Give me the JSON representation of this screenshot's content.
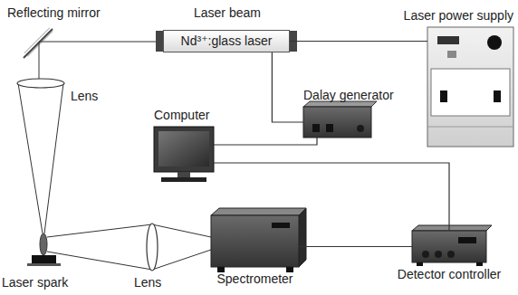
{
  "diagram": {
    "nodes": [
      {
        "text": [
          "Nd³⁺:glass laser"
        ]
      },
      {
        "text": [
          "Laser power supply"
        ]
      },
      {
        "text": [
          "Dalay generator"
        ]
      },
      {
        "text": [
          "Computer"
        ]
      },
      {
        "text": [
          "Spectrometer"
        ]
      },
      {
        "text": [
          "Detector controller"
        ]
      }
    ],
    "edges": [
      {
        "from": 0,
        "to": 1,
        "arrow": "none"
      },
      {
        "from": 0,
        "to": 2,
        "arrow": "none"
      },
      {
        "from": 2,
        "to": 3,
        "arrow": "none"
      },
      {
        "from": 3,
        "to": 5,
        "arrow": "none"
      },
      {
        "from": 4,
        "to": 5,
        "arrow": "none"
      }
    ],
    "labels": [
      "Reflecting mirror",
      "Laser beam",
      "Lens",
      "Laser spark",
      "Lens"
    ]
  }
}
